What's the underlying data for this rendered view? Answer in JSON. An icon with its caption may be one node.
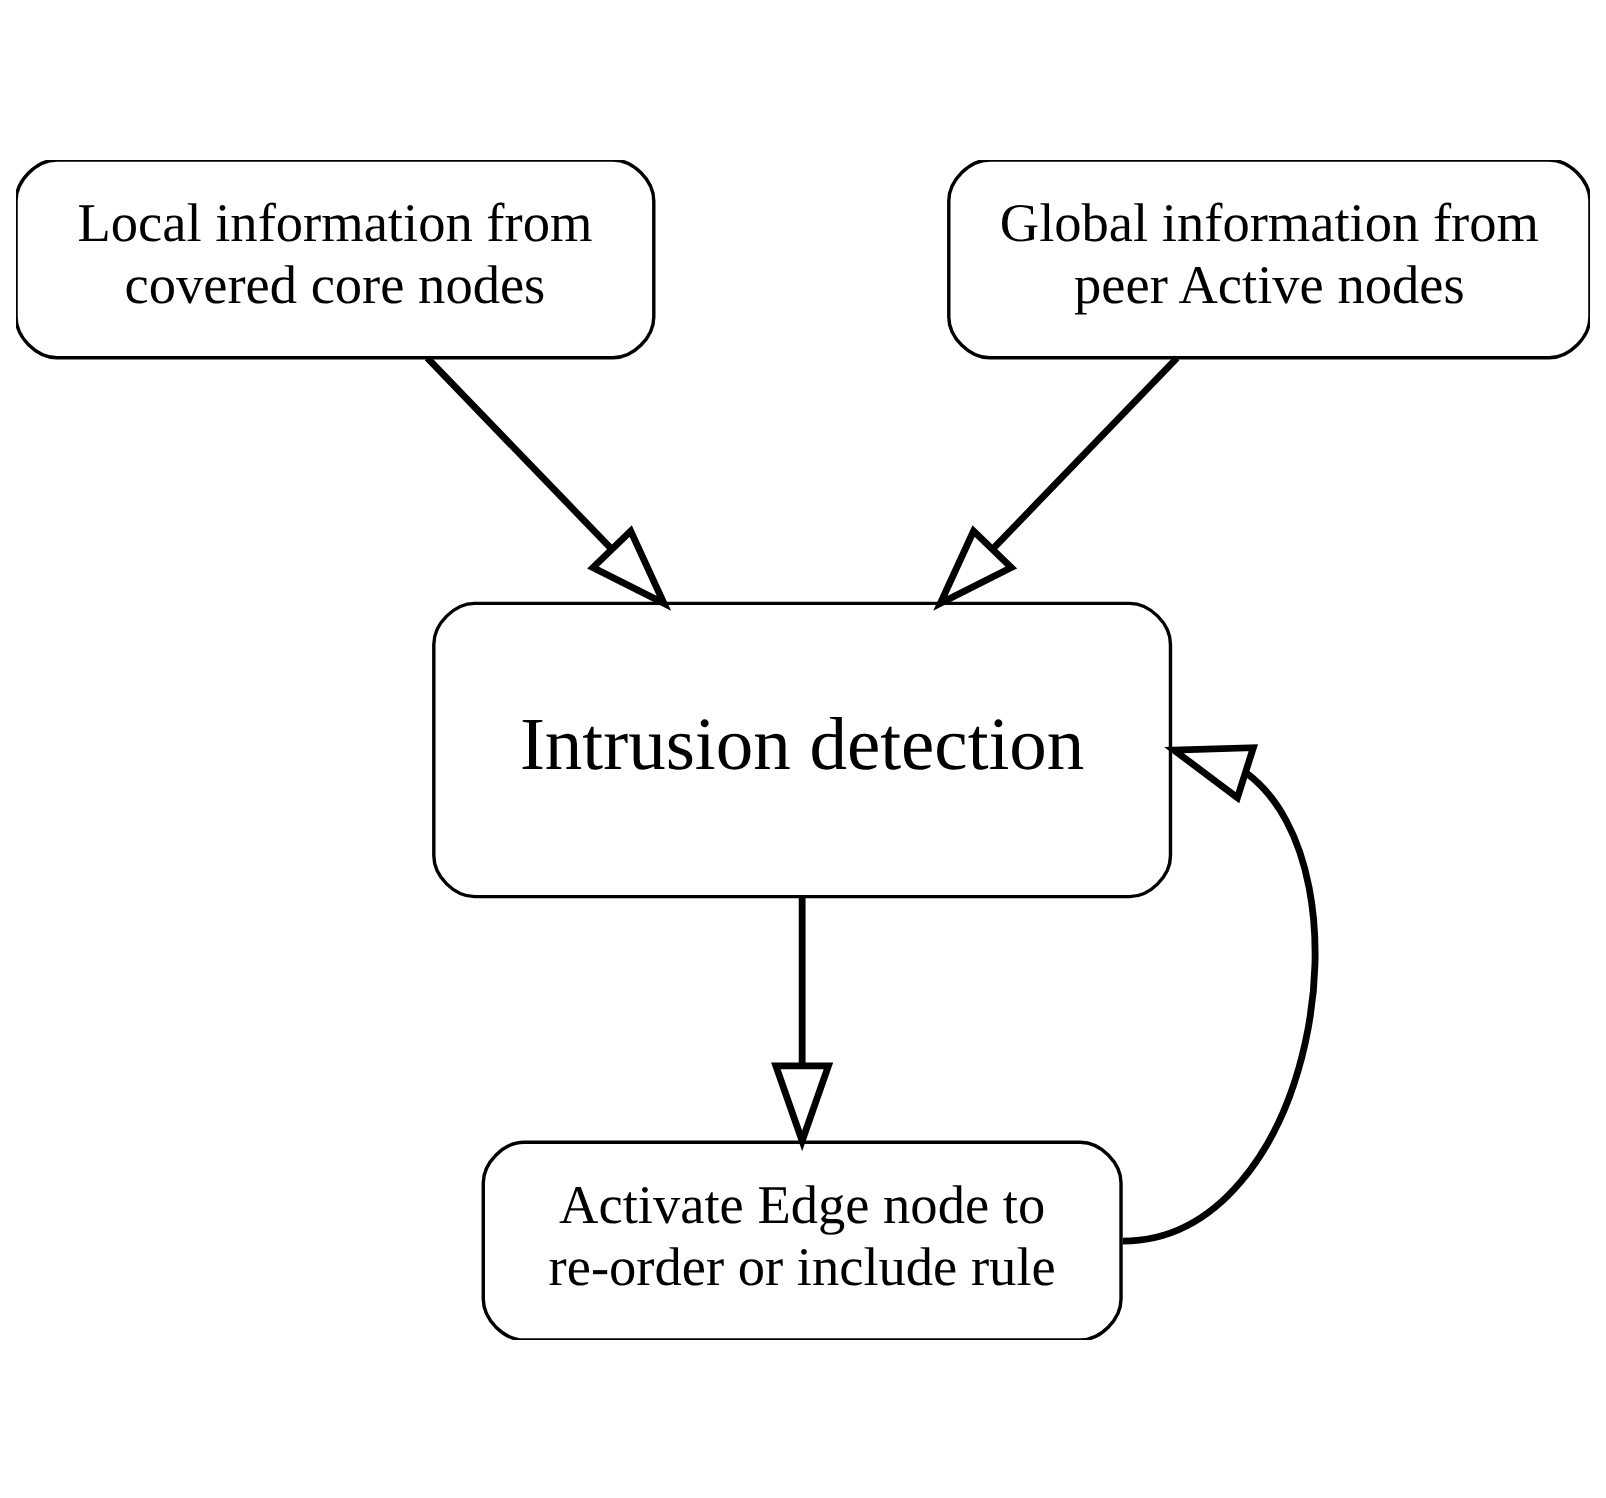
{
  "diagram": {
    "nodes": [
      {
        "text": [
          "Local information from covered core nodes"
        ]
      },
      {
        "text": [
          "Global information from peer Active nodes"
        ]
      },
      {
        "text": [
          "Intrusion detection"
        ]
      },
      {
        "text": [
          "Activate Edge node to re-order or include rule"
        ]
      }
    ],
    "edges": [
      {
        "from": 0,
        "to": 2,
        "arrow": "to"
      },
      {
        "from": 1,
        "to": 2,
        "arrow": "to"
      },
      {
        "from": 2,
        "to": 3,
        "arrow": "to"
      },
      {
        "from": 3,
        "to": 2,
        "arrow": "to"
      }
    ]
  }
}
